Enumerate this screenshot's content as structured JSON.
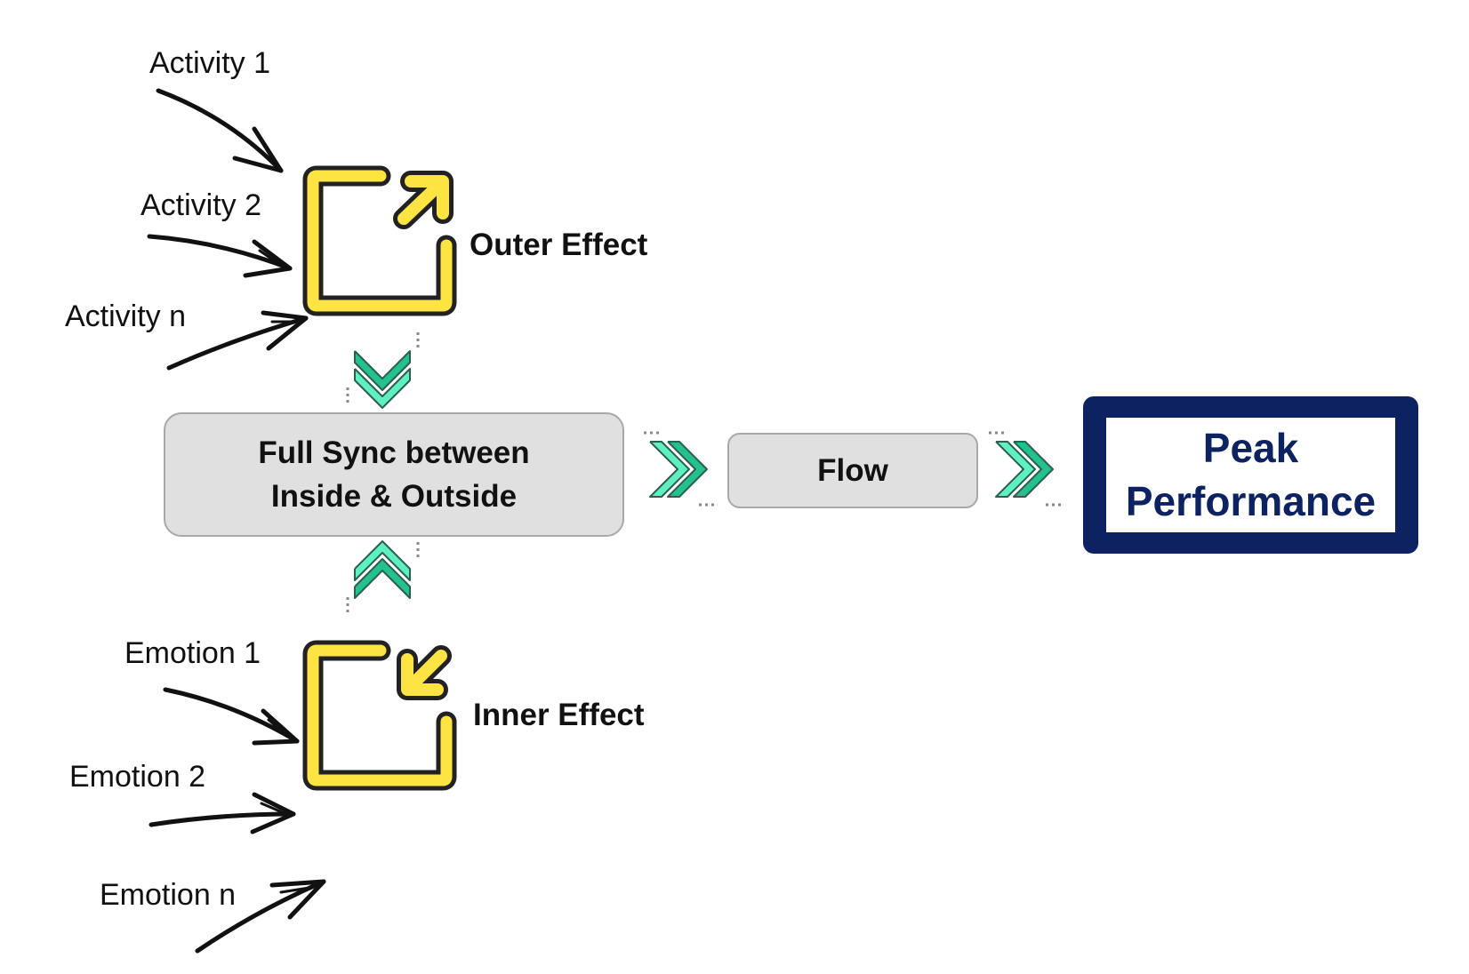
{
  "activities": [
    "Activity 1",
    "Activity 2",
    "Activity n"
  ],
  "emotions": [
    "Emotion 1",
    "Emotion 2",
    "Emotion n"
  ],
  "outer_effect": "Outer Effect",
  "inner_effect": "Inner Effect",
  "sync_box": {
    "line1": "Full Sync between",
    "line2": "Inside & Outside"
  },
  "flow_box": "Flow",
  "result_box": {
    "line1": "Peak",
    "line2": "Performance"
  },
  "colors": {
    "effect_yellow": "#fde443",
    "chevron_green_dark": "#22c18e",
    "chevron_green_light": "#5ef0c0",
    "box_gray": "#e0e0e0",
    "result_navy": "#0d2260"
  },
  "icons": {
    "outer": "expand-outward-arrow-icon",
    "inner": "collapse-inward-arrow-icon",
    "down": "double-chevron-down-icon",
    "up": "double-chevron-up-icon",
    "right": "double-chevron-right-icon"
  }
}
